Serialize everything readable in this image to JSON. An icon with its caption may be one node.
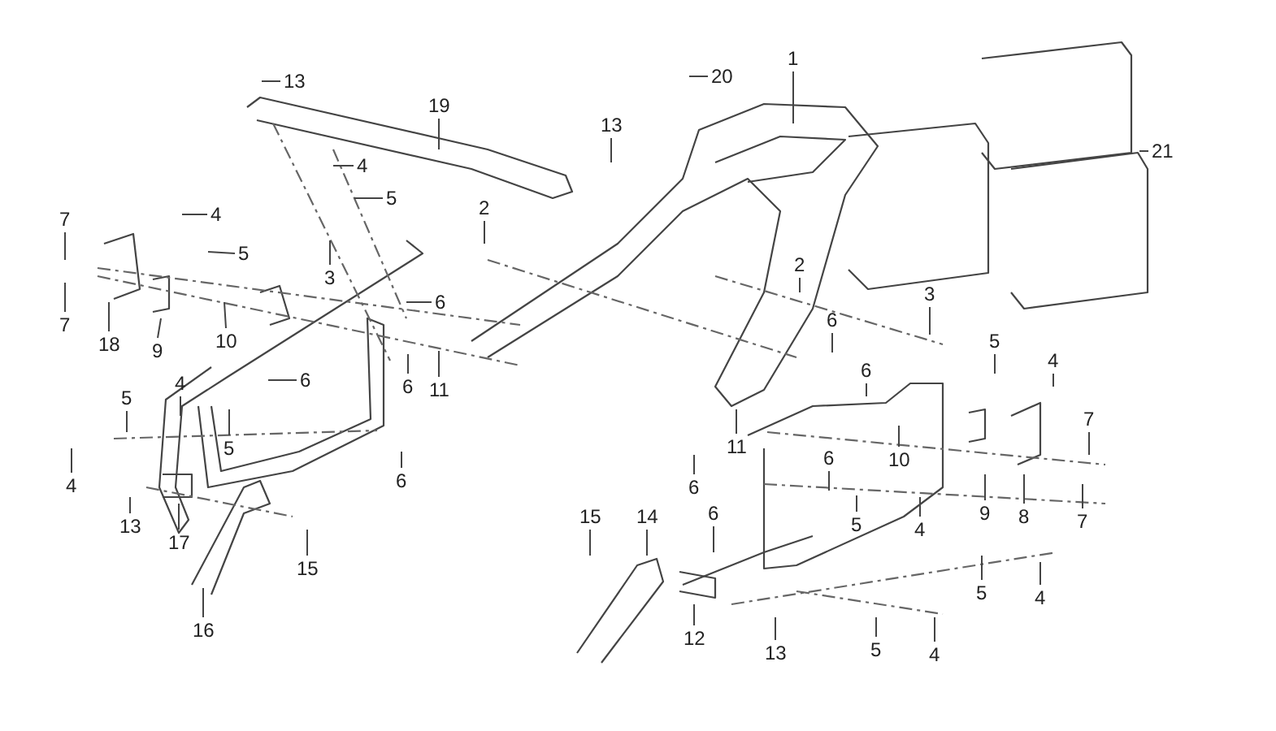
{
  "diagram": {
    "nodes": [
      {
        "text": [
          "1"
        ]
      },
      {
        "text": [
          "20"
        ]
      },
      {
        "text": [
          "13"
        ]
      },
      {
        "text": [
          "19"
        ]
      },
      {
        "text": [
          "13"
        ]
      },
      {
        "text": [
          "4"
        ]
      },
      {
        "text": [
          "5"
        ]
      },
      {
        "text": [
          "4"
        ]
      },
      {
        "text": [
          "7"
        ]
      },
      {
        "text": [
          "2"
        ]
      },
      {
        "text": [
          "5"
        ]
      },
      {
        "text": [
          "3"
        ]
      },
      {
        "text": [
          "21"
        ]
      },
      {
        "text": [
          "2"
        ]
      },
      {
        "text": [
          "6"
        ]
      },
      {
        "text": [
          "6"
        ]
      },
      {
        "text": [
          "3"
        ]
      },
      {
        "text": [
          "7"
        ]
      },
      {
        "text": [
          "18"
        ]
      },
      {
        "text": [
          "9"
        ]
      },
      {
        "text": [
          "10"
        ]
      },
      {
        "text": [
          "5"
        ]
      },
      {
        "text": [
          "4"
        ]
      },
      {
        "text": [
          "4"
        ]
      },
      {
        "text": [
          "6"
        ]
      },
      {
        "text": [
          "6"
        ]
      },
      {
        "text": [
          "11"
        ]
      },
      {
        "text": [
          "7"
        ]
      },
      {
        "text": [
          "5"
        ]
      },
      {
        "text": [
          "5"
        ]
      },
      {
        "text": [
          "11"
        ]
      },
      {
        "text": [
          "10"
        ]
      },
      {
        "text": [
          "6"
        ]
      },
      {
        "text": [
          "6"
        ]
      },
      {
        "text": [
          "4"
        ]
      },
      {
        "text": [
          "6"
        ]
      },
      {
        "text": [
          "6"
        ]
      },
      {
        "text": [
          "7"
        ]
      },
      {
        "text": [
          "9"
        ]
      },
      {
        "text": [
          "8"
        ]
      },
      {
        "text": [
          "13"
        ]
      },
      {
        "text": [
          "17"
        ]
      },
      {
        "text": [
          "5"
        ]
      },
      {
        "text": [
          "4"
        ]
      },
      {
        "text": [
          "15"
        ]
      },
      {
        "text": [
          "14"
        ]
      },
      {
        "text": [
          "6"
        ]
      },
      {
        "text": [
          "15"
        ]
      },
      {
        "text": [
          "5"
        ]
      },
      {
        "text": [
          "4"
        ]
      },
      {
        "text": [
          "16"
        ]
      },
      {
        "text": [
          "12"
        ]
      },
      {
        "text": [
          "13"
        ]
      },
      {
        "text": [
          "5"
        ]
      },
      {
        "text": [
          "4"
        ]
      }
    ],
    "edges": [
      {
        "from": 0,
        "to": null,
        "arrow": "none"
      },
      {
        "from": 1,
        "to": null,
        "arrow": "none"
      },
      {
        "from": 2,
        "to": null,
        "arrow": "none"
      },
      {
        "from": 3,
        "to": null,
        "arrow": "none"
      },
      {
        "from": 4,
        "to": null,
        "arrow": "none"
      },
      {
        "from": 5,
        "to": null,
        "arrow": "none"
      },
      {
        "from": 6,
        "to": null,
        "arrow": "none"
      },
      {
        "from": 7,
        "to": null,
        "arrow": "none"
      },
      {
        "from": 8,
        "to": null,
        "arrow": "none"
      },
      {
        "from": 9,
        "to": null,
        "arrow": "none"
      },
      {
        "from": 10,
        "to": null,
        "arrow": "none"
      },
      {
        "from": 11,
        "to": null,
        "arrow": "none"
      },
      {
        "from": 12,
        "to": null,
        "arrow": "none"
      },
      {
        "from": 13,
        "to": null,
        "arrow": "none"
      },
      {
        "from": 14,
        "to": null,
        "arrow": "none"
      },
      {
        "from": 15,
        "to": null,
        "arrow": "none"
      },
      {
        "from": 16,
        "to": null,
        "arrow": "none"
      },
      {
        "from": 17,
        "to": null,
        "arrow": "none"
      },
      {
        "from": 18,
        "to": null,
        "arrow": "none"
      },
      {
        "from": 19,
        "to": null,
        "arrow": "none"
      },
      {
        "from": 20,
        "to": null,
        "arrow": "none"
      },
      {
        "from": 21,
        "to": null,
        "arrow": "none"
      },
      {
        "from": 22,
        "to": null,
        "arrow": "none"
      },
      {
        "from": 23,
        "to": null,
        "arrow": "none"
      },
      {
        "from": 24,
        "to": null,
        "arrow": "none"
      },
      {
        "from": 25,
        "to": null,
        "arrow": "none"
      },
      {
        "from": 26,
        "to": null,
        "arrow": "none"
      },
      {
        "from": 27,
        "to": null,
        "arrow": "none"
      },
      {
        "from": 28,
        "to": null,
        "arrow": "none"
      },
      {
        "from": 29,
        "to": null,
        "arrow": "none"
      },
      {
        "from": 30,
        "to": null,
        "arrow": "none"
      },
      {
        "from": 31,
        "to": null,
        "arrow": "none"
      },
      {
        "from": 32,
        "to": null,
        "arrow": "none"
      },
      {
        "from": 33,
        "to": null,
        "arrow": "none"
      },
      {
        "from": 34,
        "to": null,
        "arrow": "none"
      },
      {
        "from": 35,
        "to": null,
        "arrow": "none"
      },
      {
        "from": 36,
        "to": null,
        "arrow": "none"
      },
      {
        "from": 37,
        "to": null,
        "arrow": "none"
      },
      {
        "from": 38,
        "to": null,
        "arrow": "none"
      },
      {
        "from": 39,
        "to": null,
        "arrow": "none"
      },
      {
        "from": 40,
        "to": null,
        "arrow": "none"
      },
      {
        "from": 41,
        "to": null,
        "arrow": "none"
      },
      {
        "from": 42,
        "to": null,
        "arrow": "none"
      },
      {
        "from": 43,
        "to": null,
        "arrow": "none"
      },
      {
        "from": 44,
        "to": null,
        "arrow": "none"
      },
      {
        "from": 45,
        "to": null,
        "arrow": "none"
      },
      {
        "from": 46,
        "to": null,
        "arrow": "none"
      },
      {
        "from": 47,
        "to": null,
        "arrow": "none"
      },
      {
        "from": 48,
        "to": null,
        "arrow": "none"
      },
      {
        "from": 49,
        "to": null,
        "arrow": "none"
      },
      {
        "from": 50,
        "to": null,
        "arrow": "none"
      },
      {
        "from": 51,
        "to": null,
        "arrow": "none"
      },
      {
        "from": 52,
        "to": null,
        "arrow": "none"
      },
      {
        "from": 53,
        "to": null,
        "arrow": "none"
      },
      {
        "from": 54,
        "to": null,
        "arrow": "none"
      }
    ]
  }
}
